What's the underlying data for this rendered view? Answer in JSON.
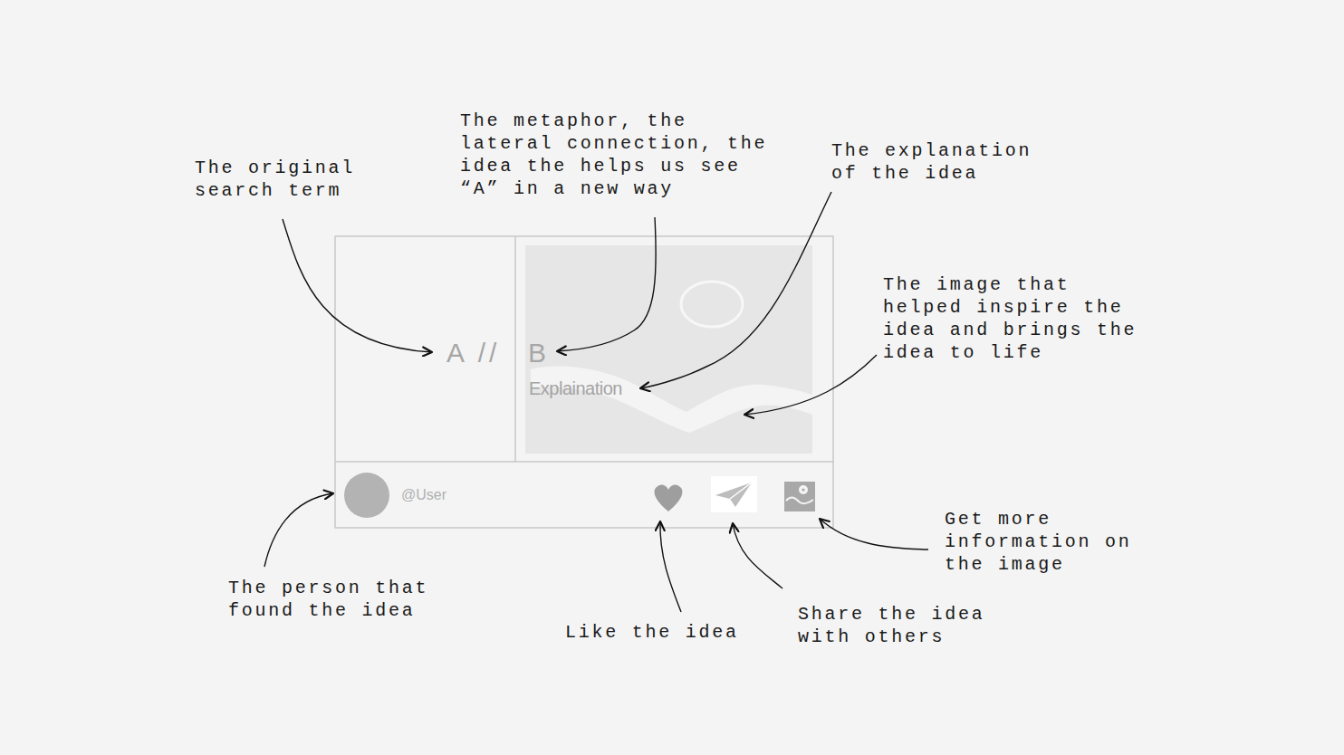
{
  "diagram": {
    "nodes": [
      {
        "text": [
          "A //"
        ]
      },
      {
        "text": [
          "B",
          "Explaination"
        ]
      },
      {
        "text": [
          "@User"
        ]
      }
    ],
    "labels": [
      "The original search term",
      "The metaphor, the lateral connection, the idea the helps us see “A” in a new way",
      "The explanation of the idea",
      "The image that helped inspire the idea and brings the idea to life",
      "Get more information on the image",
      "Share the idea with others",
      "Like the idea",
      "The person that found the idea"
    ]
  }
}
